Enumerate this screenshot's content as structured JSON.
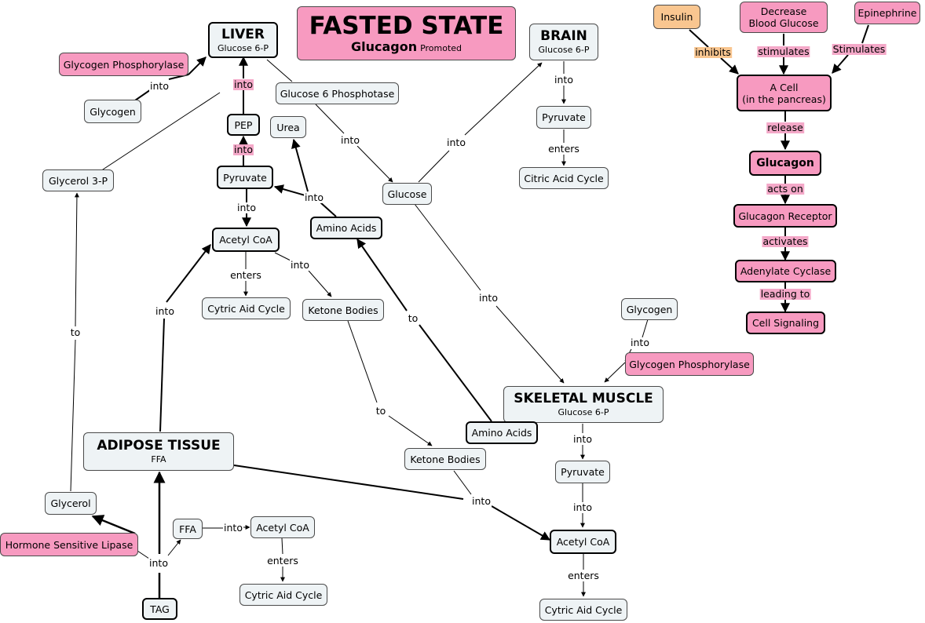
{
  "title": {
    "main": "FASTED STATE",
    "sub_bold": "Glucagon",
    "sub_small": "Promoted"
  },
  "nodes": {
    "liver": {
      "title": "LIVER",
      "sub": "Glucose 6-P"
    },
    "brain": {
      "title": "BRAIN",
      "sub": "Glucose 6-P"
    },
    "skeletal": {
      "title": "SKELETAL MUSCLE",
      "sub": "Glucose 6-P"
    },
    "adipose": {
      "title": "ADIPOSE TISSUE",
      "sub": "FFA"
    },
    "glycogen_phos_liver": "Glycogen Phosphorylase",
    "glycogen_liver": "Glycogen",
    "g6p_phosphatase": "Glucose 6 Phosphotase",
    "pep": "PEP",
    "urea": "Urea",
    "glycerol3p": "Glycerol 3-P",
    "pyruvate_liver": "Pyruvate",
    "glucose": "Glucose",
    "amino_acids_liver": "Amino Acids",
    "acetyl_coa_liver": "Acetyl CoA",
    "cytric_liver": "Cytric Aid Cycle",
    "ketone_liver": "Ketone Bodies",
    "pyruvate_brain": "Pyruvate",
    "citric_brain": "Citric Acid Cycle",
    "insulin": "Insulin",
    "decrease_glucose": "Decrease Blood Glucose",
    "epinephrine": "Epinephrine",
    "a_cell_line1": "A Cell",
    "a_cell_line2": "(in the pancreas)",
    "glucagon": "Glucagon",
    "glucagon_receptor": "Glucagon Receptor",
    "adenylate_cyclase": "Adenylate Cyclase",
    "cell_signaling": "Cell Signaling",
    "glycogen_muscle": "Glycogen",
    "glycogen_phos_muscle": "Glycogen Phosphorylase",
    "amino_acids_muscle": "Amino Acids",
    "ketone_muscle": "Ketone Bodies",
    "pyruvate_muscle": "Pyruvate",
    "acetyl_coa_muscle": "Acetyl CoA",
    "cytric_muscle": "Cytric Aid Cycle",
    "glycerol": "Glycerol",
    "hsl": "Hormone Sensitive Lipase",
    "ffa": "FFA",
    "acetyl_coa_adipose": "Acetyl CoA",
    "cytric_adipose": "Cytric Aid Cycle",
    "tag": "TAG"
  },
  "links": {
    "into": "into",
    "enters": "enters",
    "to": "to",
    "inhibits": "inhibits",
    "stimulates": "stimulates",
    "stimulates_cap": "Stimulates",
    "release": "release",
    "acts_on": "acts on",
    "activates": "activates",
    "leading_to": "leading to"
  },
  "colors": {
    "pink_node": "#f79ac0",
    "peach_node": "#f9c690",
    "plain_node": "#eef3f5",
    "pink_label": "#f4a8c8"
  }
}
